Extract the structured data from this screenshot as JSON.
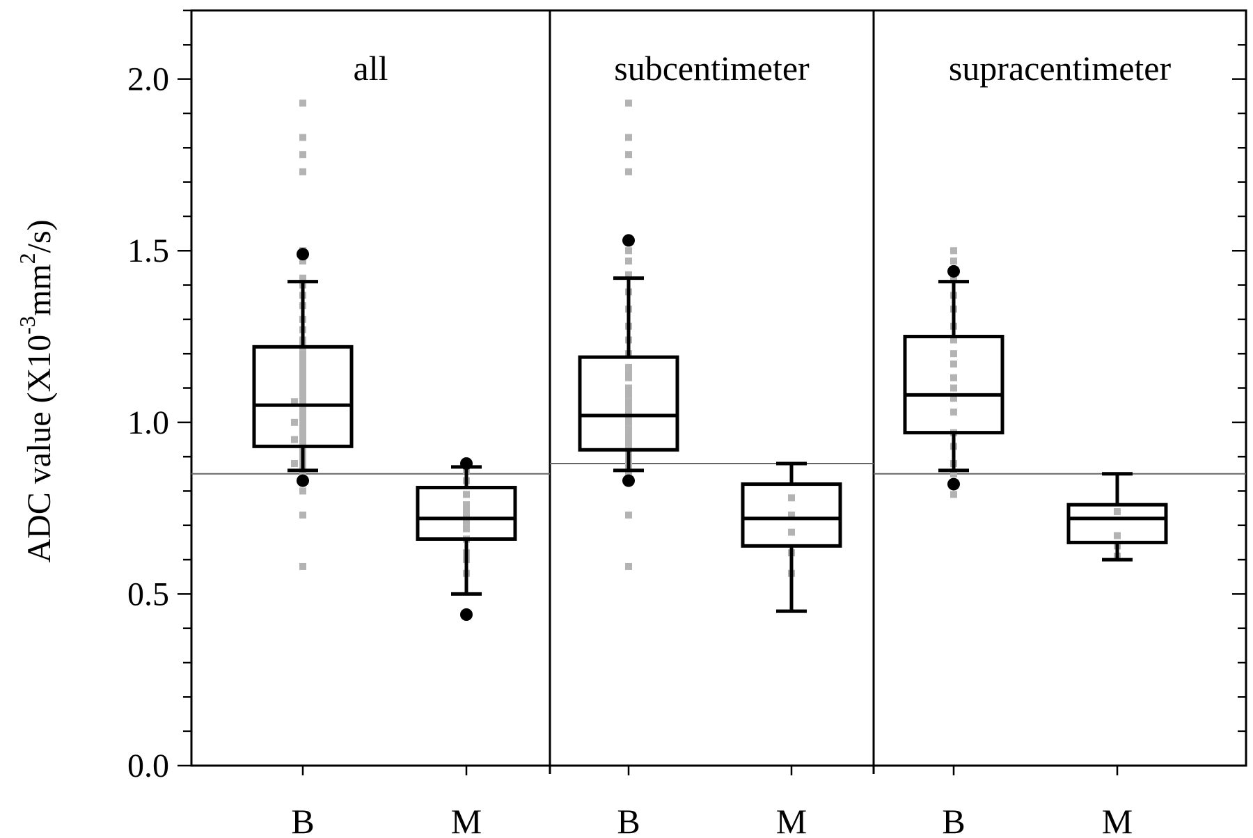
{
  "chart_data": {
    "type": "box",
    "ylabel": "ADC value (X10",
    "ylabel_parts": [
      "ADC value (X10",
      "-3",
      "mm",
      "2",
      "/s)"
    ],
    "ylim": [
      0,
      2.2
    ],
    "yticks": [
      0.0,
      0.5,
      1.0,
      1.5,
      2.0
    ],
    "ytick_labels": [
      "0.0",
      "0.5",
      "1.0",
      "1.5",
      "2.0"
    ],
    "minor_tick_step": 0.1,
    "grid": false,
    "colors": {
      "box": "#000000",
      "points": "#b3b3b3",
      "cutoff_line": "#666666"
    },
    "panels": [
      {
        "title": "all",
        "cutoff": 0.85,
        "groups": [
          {
            "label": "B",
            "q1": 0.93,
            "median": 1.05,
            "q3": 1.22,
            "whisker_low": 0.86,
            "whisker_high": 1.41,
            "outliers": [
              0.83,
              1.49
            ],
            "points": [
              0.58,
              0.73,
              0.8,
              0.83,
              0.84,
              0.85,
              0.86,
              0.87,
              0.88,
              0.88,
              0.89,
              0.9,
              0.91,
              0.92,
              0.93,
              0.94,
              0.95,
              0.95,
              0.96,
              0.97,
              0.98,
              0.99,
              1.0,
              1.0,
              1.01,
              1.02,
              1.03,
              1.04,
              1.05,
              1.06,
              1.06,
              1.07,
              1.08,
              1.09,
              1.1,
              1.11,
              1.12,
              1.13,
              1.14,
              1.15,
              1.16,
              1.18,
              1.19,
              1.2,
              1.22,
              1.24,
              1.27,
              1.3,
              1.34,
              1.37,
              1.4,
              1.42,
              1.47,
              1.5,
              1.73,
              1.78,
              1.83,
              1.93
            ]
          },
          {
            "label": "M",
            "q1": 0.66,
            "median": 0.72,
            "q3": 0.81,
            "whisker_low": 0.5,
            "whisker_high": 0.87,
            "outliers": [
              0.44,
              0.88
            ],
            "points": [
              0.56,
              0.6,
              0.62,
              0.66,
              0.69,
              0.71,
              0.73,
              0.74,
              0.76,
              0.79,
              0.83,
              0.86
            ]
          }
        ]
      },
      {
        "title": "subcentimeter",
        "cutoff": 0.88,
        "groups": [
          {
            "label": "B",
            "q1": 0.92,
            "median": 1.02,
            "q3": 1.19,
            "whisker_low": 0.86,
            "whisker_high": 1.42,
            "outliers": [
              0.83,
              1.53
            ],
            "points": [
              0.58,
              0.73,
              0.83,
              0.85,
              0.87,
              0.88,
              0.9,
              0.92,
              0.94,
              0.95,
              0.96,
              0.98,
              1.0,
              1.01,
              1.03,
              1.05,
              1.06,
              1.08,
              1.1,
              1.13,
              1.14,
              1.16,
              1.2,
              1.24,
              1.28,
              1.33,
              1.38,
              1.43,
              1.47,
              1.5,
              1.73,
              1.78,
              1.83,
              1.93
            ]
          },
          {
            "label": "M",
            "q1": 0.64,
            "median": 0.72,
            "q3": 0.82,
            "whisker_low": 0.45,
            "whisker_high": 0.88,
            "outliers": [],
            "points": [
              0.56,
              0.62,
              0.68,
              0.73,
              0.78
            ]
          }
        ]
      },
      {
        "title": "supracentimeter",
        "cutoff": 0.85,
        "groups": [
          {
            "label": "B",
            "q1": 0.97,
            "median": 1.08,
            "q3": 1.25,
            "whisker_low": 0.86,
            "whisker_high": 1.41,
            "outliers": [
              0.82,
              1.44
            ],
            "points": [
              0.79,
              0.82,
              0.85,
              0.88,
              0.93,
              0.97,
              1.03,
              1.07,
              1.1,
              1.13,
              1.17,
              1.2,
              1.24,
              1.28,
              1.33,
              1.37,
              1.42,
              1.47,
              1.5
            ]
          },
          {
            "label": "M",
            "q1": 0.65,
            "median": 0.72,
            "q3": 0.76,
            "whisker_low": 0.6,
            "whisker_high": 0.85,
            "outliers": [],
            "points": [
              0.61,
              0.64,
              0.67,
              0.74
            ]
          }
        ]
      }
    ]
  }
}
